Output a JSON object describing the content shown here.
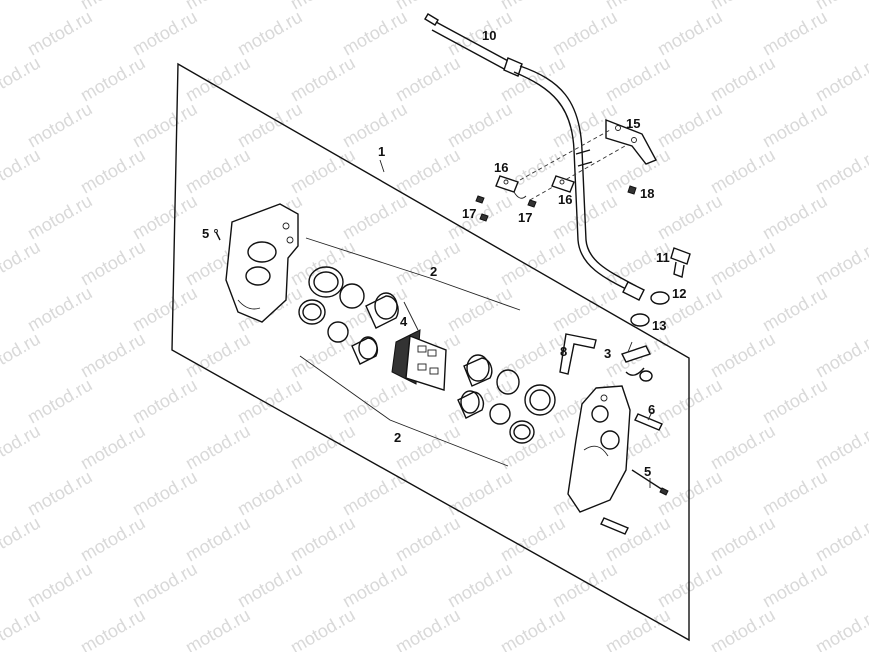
{
  "watermark": {
    "text": "motod.ru"
  },
  "callouts": [
    {
      "id": "c10",
      "text": "10"
    },
    {
      "id": "c15",
      "text": "15"
    },
    {
      "id": "c1",
      "text": "1"
    },
    {
      "id": "c16a",
      "text": "16"
    },
    {
      "id": "c16b",
      "text": "16"
    },
    {
      "id": "c18",
      "text": "18"
    },
    {
      "id": "c17a",
      "text": "17"
    },
    {
      "id": "c17b",
      "text": "17"
    },
    {
      "id": "c5a",
      "text": "5"
    },
    {
      "id": "c2a",
      "text": "2"
    },
    {
      "id": "c11",
      "text": "11"
    },
    {
      "id": "c12",
      "text": "12"
    },
    {
      "id": "c13",
      "text": "13"
    },
    {
      "id": "c4",
      "text": "4"
    },
    {
      "id": "c8",
      "text": "8"
    },
    {
      "id": "c3",
      "text": "3"
    },
    {
      "id": "c6",
      "text": "6"
    },
    {
      "id": "c2b",
      "text": "2"
    },
    {
      "id": "c5b",
      "text": "5"
    }
  ]
}
